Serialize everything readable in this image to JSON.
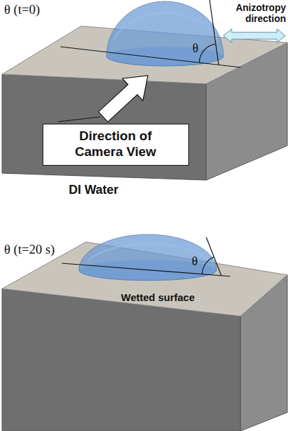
{
  "diagram": {
    "nodes": [
      {
        "text": [
          "Direction of Camera View"
        ]
      }
    ],
    "labels": [
      "θ (t=0)",
      "Anizotropy direction",
      "θ",
      "DI Water",
      "θ (t=20 s)",
      "θ",
      "Wetted surface"
    ]
  }
}
